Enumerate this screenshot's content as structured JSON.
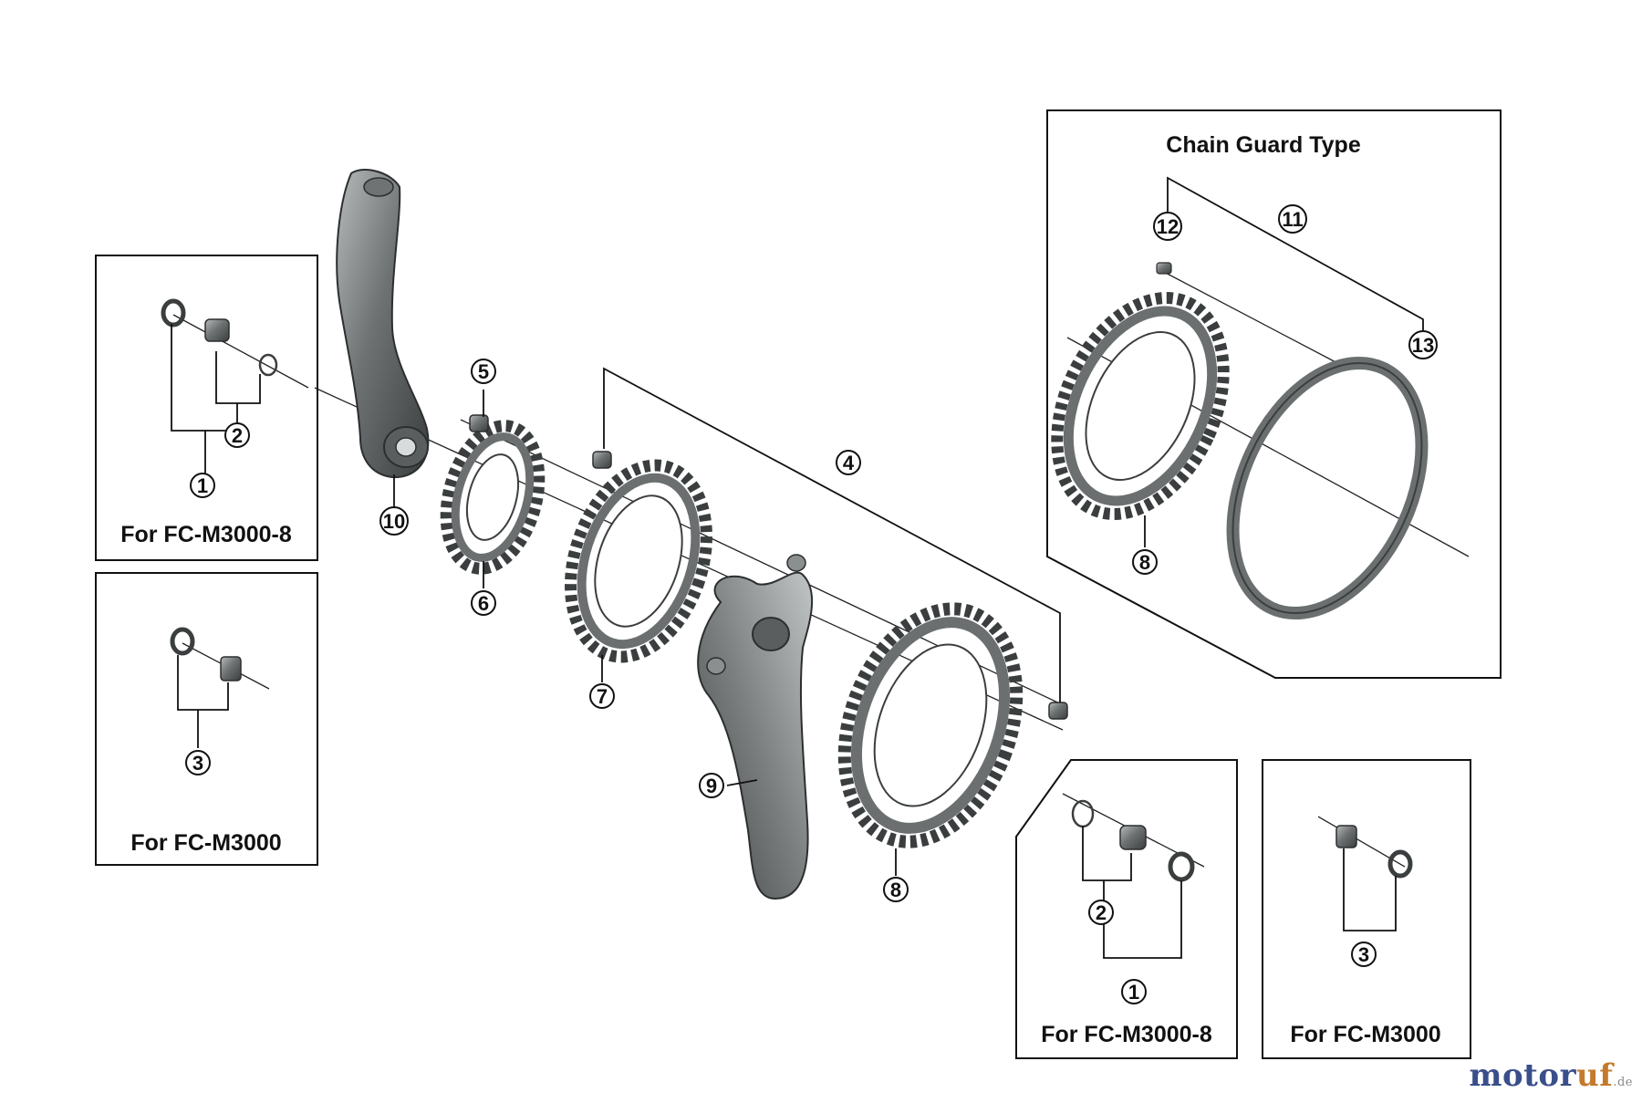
{
  "diagram": {
    "boxes": {
      "left_top_label": "For FC-M3000-8",
      "left_bottom_label": "For FC-M3000",
      "chain_guard_title": "Chain Guard Type",
      "right_bottom_left_label": "For FC-M3000-8",
      "right_bottom_right_label": "For FC-M3000"
    },
    "callouts": {
      "c1a": "1",
      "c2a": "2",
      "c3a": "3",
      "c4": "4",
      "c5": "5",
      "c6": "6",
      "c7": "7",
      "c8a": "8",
      "c8b": "8",
      "c9": "9",
      "c10": "10",
      "c11": "11",
      "c12": "12",
      "c13": "13",
      "c1b": "1",
      "c2b": "2",
      "c3b": "3"
    },
    "colors": {
      "part_dark": "#3a3d3e",
      "part_mid": "#6b6f70",
      "part_light": "#a9adae",
      "outline": "#111111"
    }
  },
  "logo": {
    "main": "motor",
    "accent": "uf",
    "suffix": ".de"
  }
}
